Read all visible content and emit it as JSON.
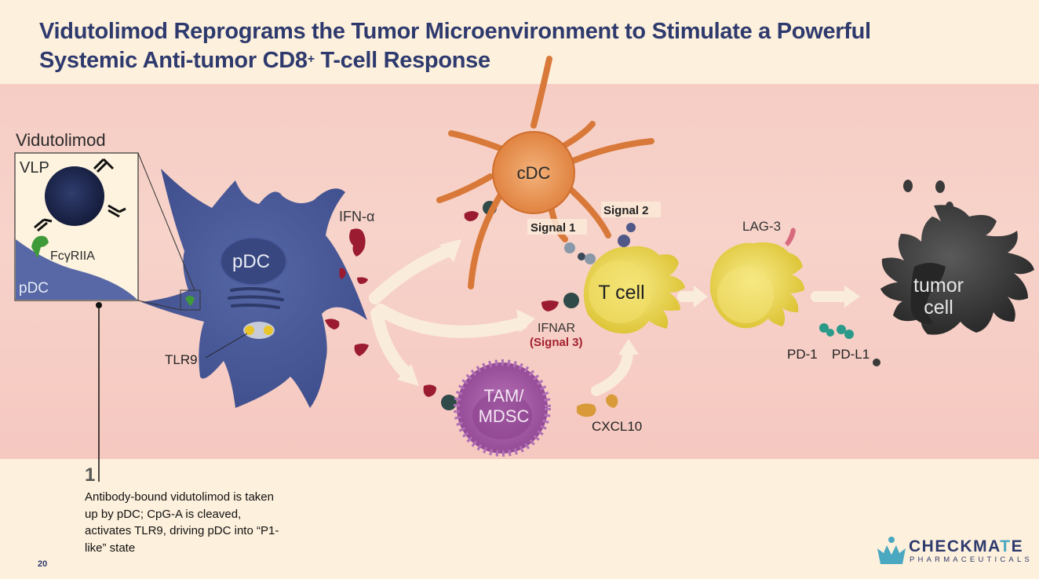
{
  "slide": {
    "title_line1": "Vidutolimod Reprograms the Tumor Microenvironment to Stimulate a Powerful",
    "title_line2_pre": "Systemic Anti-tumor CD8",
    "title_line2_sup": "+",
    "title_line2_post": " T-cell Response",
    "page_number": "20"
  },
  "inset": {
    "heading": "Vidutolimod",
    "vlp": "VLP",
    "receptor": "FcγRIIA",
    "cell": "pDC"
  },
  "cells": {
    "pdc": "pDC",
    "cdc": "cDC",
    "tcell": "T cell",
    "tam": [
      "TAM/",
      "MDSC"
    ],
    "tumor": [
      "tumor",
      "cell"
    ]
  },
  "labels": {
    "tlr9": "TLR9",
    "ifn": "IFN-α",
    "signal1": "Signal 1",
    "signal2": "Signal 2",
    "ifnar": "IFNAR",
    "signal3": "(Signal 3)",
    "cxcl10": "CXCL10",
    "lag3": "LAG-3",
    "pd1": "PD-1",
    "pdl1": "PD-L1"
  },
  "step": {
    "number": "1",
    "text": "Antibody-bound vidutolimod is taken up by pDC; CpG-A is cleaved, activates TLR9, driving pDC into “P1-like” state"
  },
  "logo": {
    "name_pre": "CHECKMA",
    "name_t": "T",
    "name_post": "E",
    "sub": "PHARMACEUTICALS"
  },
  "colors": {
    "title": "#2e3a6e",
    "pdc": "#4a5a9c",
    "cdc": "#e08a48",
    "tcell": "#e9d24a",
    "tam": "#a45aa6",
    "tumor": "#3b3b3b",
    "ifn": "#9b1b30",
    "signal3": "#a3202e",
    "logo_accent": "#4aa8c0"
  }
}
